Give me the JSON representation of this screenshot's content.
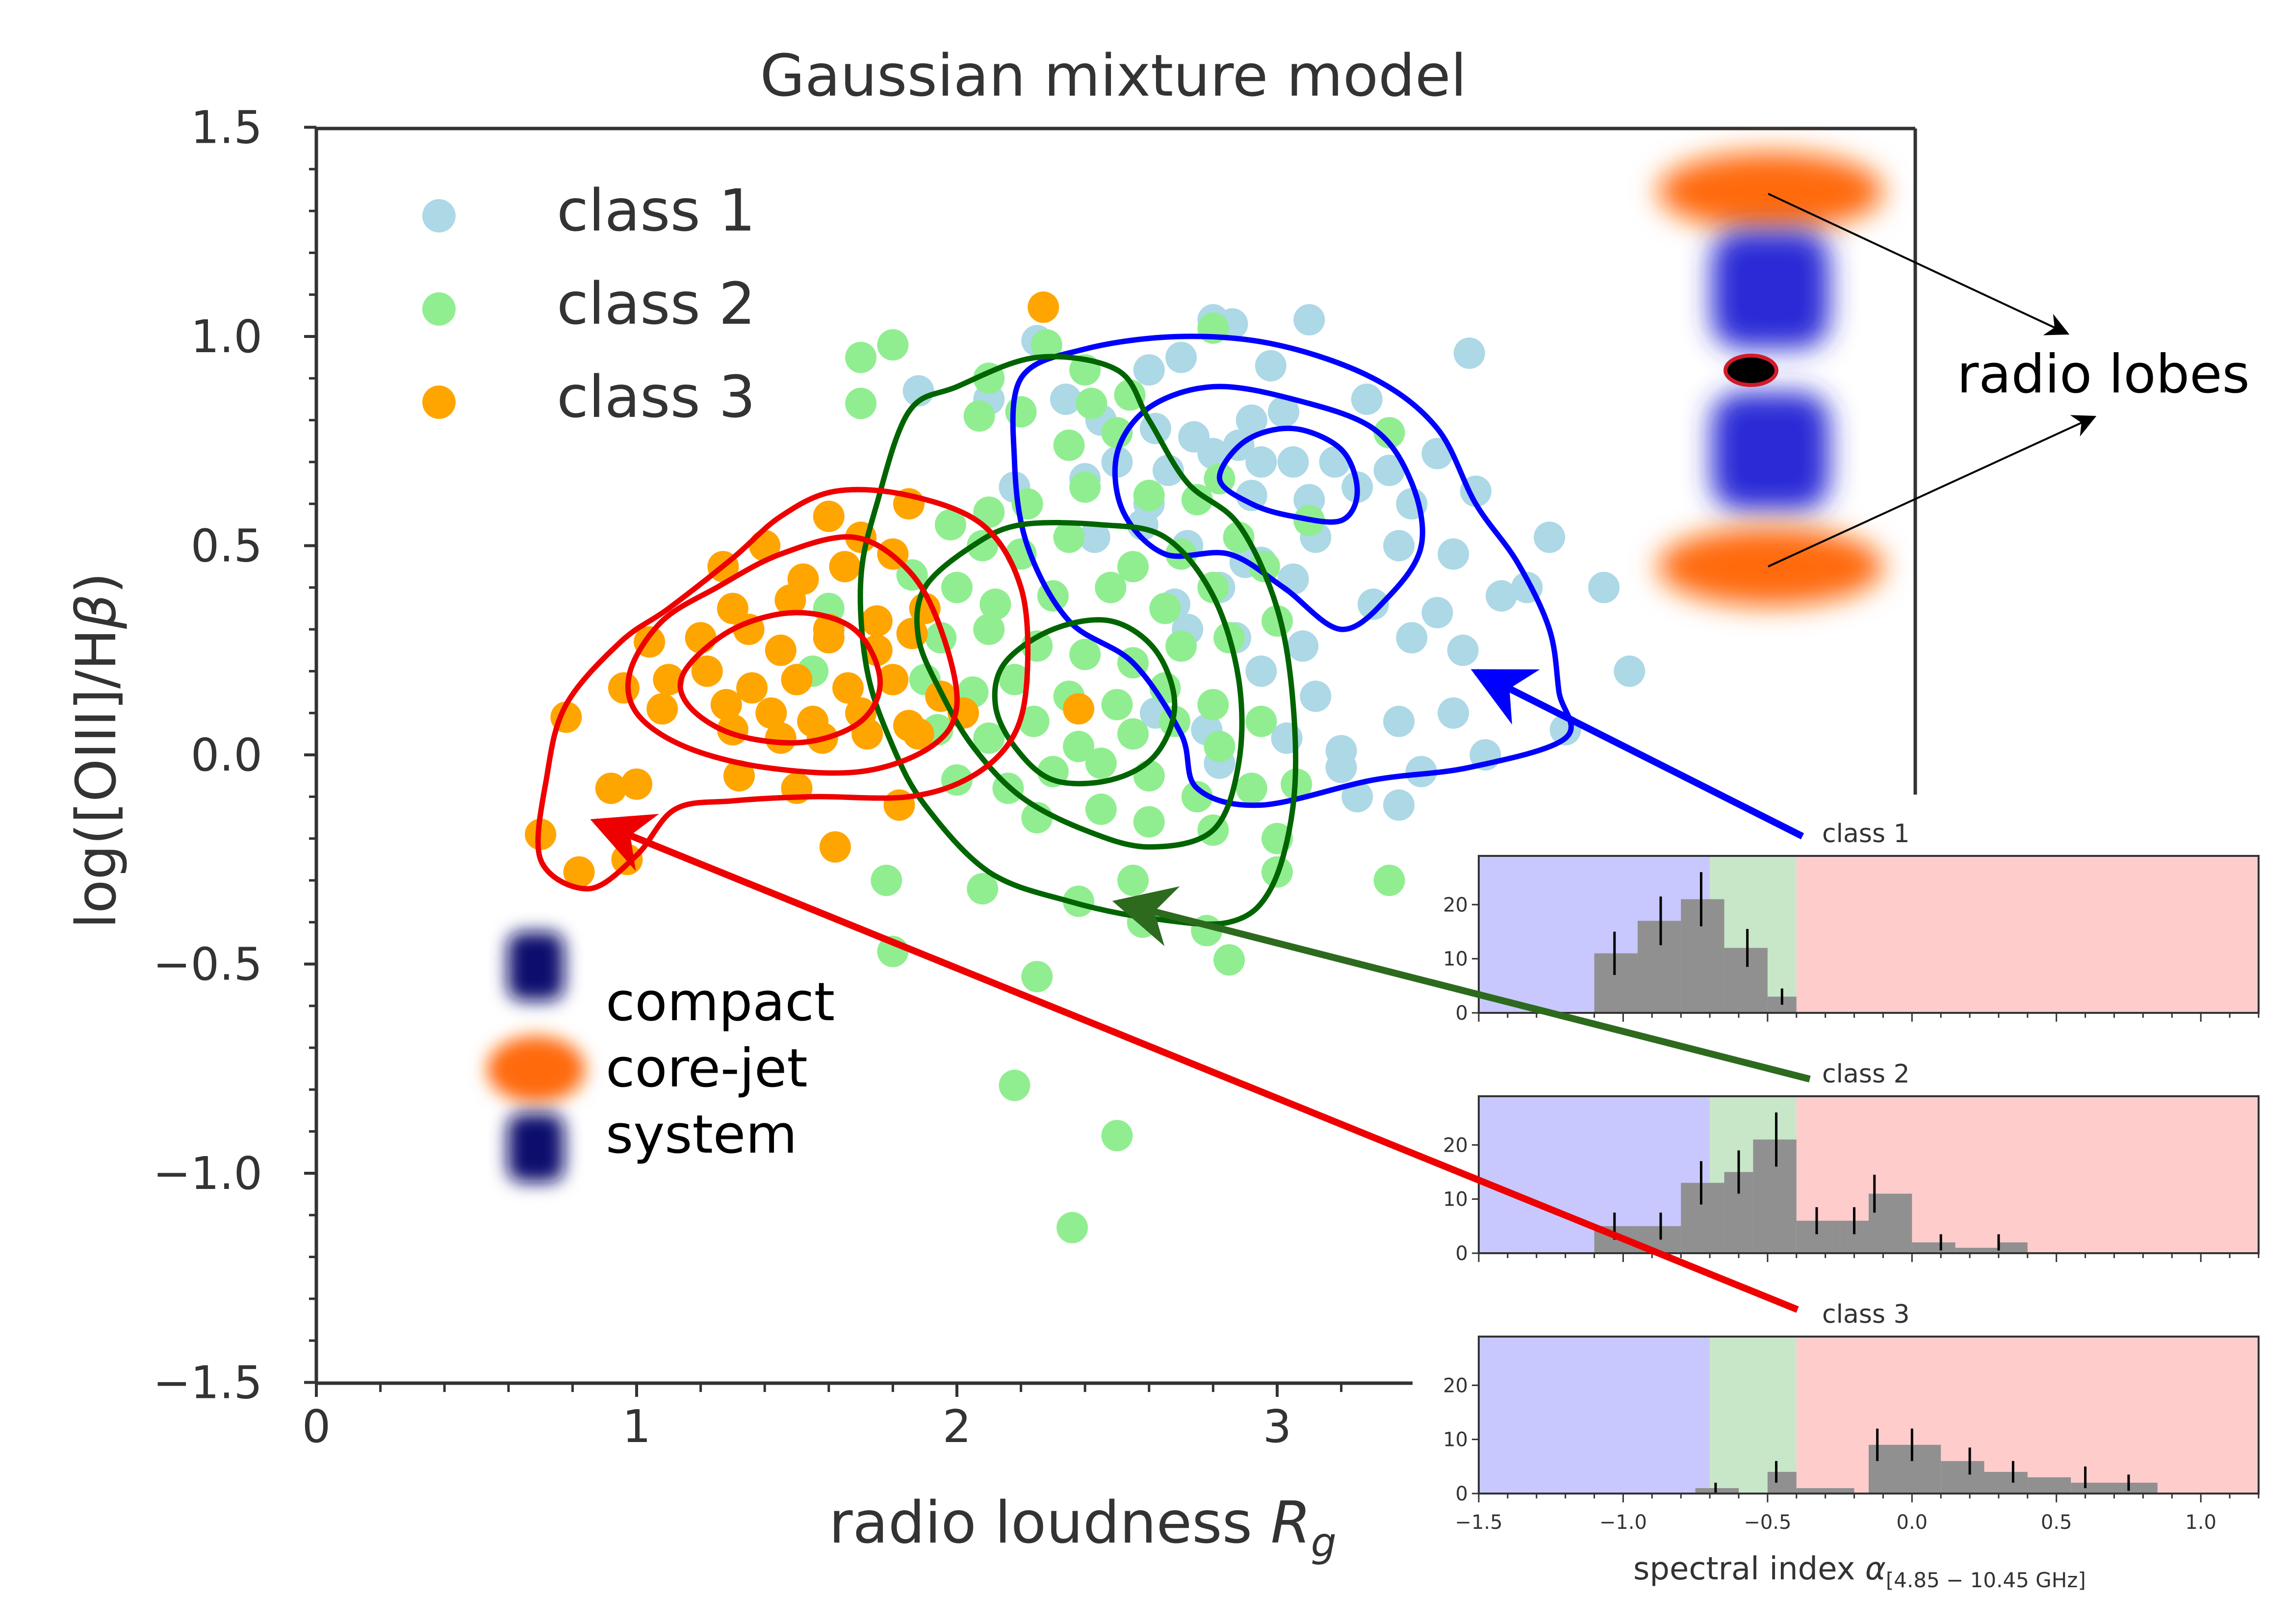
{
  "chart_data": [
    {
      "type": "scatter",
      "title": "Gaussian mixture model",
      "xlabel_text": "radio loudness ",
      "xlabel_sym": "R",
      "xlabel_sub": "g",
      "ylabel_pre": "log([OIII]/H",
      "ylabel_sym": "β",
      "ylabel_post": ")",
      "xlim": [
        0,
        3.4
      ],
      "ylim": [
        -1.5,
        1.5
      ],
      "xticks": [
        0,
        1,
        2,
        3
      ],
      "xtick_labels": [
        "0",
        "1",
        "2",
        "3"
      ],
      "yticks": [
        -1.5,
        -1.0,
        -0.5,
        0.0,
        0.5,
        1.0,
        1.5
      ],
      "ytick_labels": [
        "−1.5",
        "−1.0",
        "−0.5",
        "0.0",
        "0.5",
        "1.0",
        "1.5"
      ],
      "legend_placement": "top-left",
      "series": [
        {
          "name": "class 1",
          "color": "#add8e6",
          "points": [
            [
              2.8,
              1.04
            ],
            [
              2.86,
              1.03
            ],
            [
              3.1,
              1.04
            ],
            [
              2.25,
              0.99
            ],
            [
              2.6,
              0.92
            ],
            [
              2.7,
              0.95
            ],
            [
              2.98,
              0.93
            ],
            [
              3.6,
              0.96
            ],
            [
              2.34,
              0.85
            ],
            [
              2.45,
              0.8
            ],
            [
              2.62,
              0.78
            ],
            [
              2.74,
              0.76
            ],
            [
              2.92,
              0.8
            ],
            [
              3.02,
              0.82
            ],
            [
              3.28,
              0.85
            ],
            [
              2.5,
              0.7
            ],
            [
              2.66,
              0.68
            ],
            [
              2.8,
              0.72
            ],
            [
              2.88,
              0.74
            ],
            [
              2.95,
              0.7
            ],
            [
              3.05,
              0.7
            ],
            [
              3.18,
              0.7
            ],
            [
              3.35,
              0.68
            ],
            [
              3.5,
              0.72
            ],
            [
              2.18,
              0.64
            ],
            [
              2.4,
              0.66
            ],
            [
              2.6,
              0.6
            ],
            [
              2.92,
              0.62
            ],
            [
              3.1,
              0.61
            ],
            [
              3.25,
              0.64
            ],
            [
              3.42,
              0.6
            ],
            [
              3.62,
              0.63
            ],
            [
              2.43,
              0.52
            ],
            [
              2.58,
              0.55
            ],
            [
              2.72,
              0.5
            ],
            [
              2.9,
              0.46
            ],
            [
              3.12,
              0.52
            ],
            [
              3.38,
              0.5
            ],
            [
              3.55,
              0.48
            ],
            [
              3.78,
              0.4
            ],
            [
              2.48,
              0.4
            ],
            [
              2.68,
              0.36
            ],
            [
              2.82,
              0.4
            ],
            [
              2.95,
              0.46
            ],
            [
              3.05,
              0.42
            ],
            [
              3.3,
              0.36
            ],
            [
              3.5,
              0.34
            ],
            [
              3.7,
              0.38
            ],
            [
              4.02,
              0.4
            ],
            [
              2.72,
              0.3
            ],
            [
              2.87,
              0.28
            ],
            [
              3.08,
              0.26
            ],
            [
              3.42,
              0.28
            ],
            [
              3.58,
              0.25
            ],
            [
              2.95,
              0.2
            ],
            [
              3.12,
              0.14
            ],
            [
              4.1,
              0.2
            ],
            [
              2.62,
              0.1
            ],
            [
              2.78,
              0.06
            ],
            [
              3.03,
              0.04
            ],
            [
              3.2,
              0.01
            ],
            [
              3.38,
              0.08
            ],
            [
              3.55,
              0.1
            ],
            [
              2.82,
              -0.02
            ],
            [
              3.2,
              -0.03
            ],
            [
              3.45,
              -0.04
            ],
            [
              3.65,
              0.0
            ],
            [
              3.9,
              0.06
            ],
            [
              3.25,
              -0.1
            ],
            [
              3.38,
              -0.12
            ],
            [
              1.88,
              0.87
            ],
            [
              2.1,
              0.85
            ],
            [
              3.85,
              0.52
            ]
          ]
        },
        {
          "name": "class 2",
          "color": "#90ee90",
          "points": [
            [
              1.8,
              0.98
            ],
            [
              1.7,
              0.95
            ],
            [
              2.28,
              0.98
            ],
            [
              2.4,
              0.92
            ],
            [
              2.8,
              1.02
            ],
            [
              1.7,
              0.84
            ],
            [
              2.1,
              0.9
            ],
            [
              2.2,
              0.82
            ],
            [
              2.42,
              0.84
            ],
            [
              2.54,
              0.86
            ],
            [
              2.35,
              0.74
            ],
            [
              2.5,
              0.77
            ],
            [
              3.35,
              0.77
            ],
            [
              2.07,
              0.81
            ],
            [
              2.1,
              0.58
            ],
            [
              2.22,
              0.6
            ],
            [
              2.4,
              0.64
            ],
            [
              2.6,
              0.62
            ],
            [
              2.75,
              0.61
            ],
            [
              2.82,
              0.66
            ],
            [
              1.98,
              0.55
            ],
            [
              2.08,
              0.5
            ],
            [
              2.2,
              0.48
            ],
            [
              2.35,
              0.52
            ],
            [
              2.55,
              0.45
            ],
            [
              2.7,
              0.48
            ],
            [
              2.88,
              0.52
            ],
            [
              3.1,
              0.56
            ],
            [
              1.86,
              0.43
            ],
            [
              2.0,
              0.4
            ],
            [
              2.12,
              0.36
            ],
            [
              2.3,
              0.38
            ],
            [
              2.48,
              0.4
            ],
            [
              2.65,
              0.35
            ],
            [
              2.8,
              0.4
            ],
            [
              2.96,
              0.45
            ],
            [
              1.95,
              0.28
            ],
            [
              2.1,
              0.3
            ],
            [
              2.25,
              0.26
            ],
            [
              2.4,
              0.24
            ],
            [
              2.55,
              0.22
            ],
            [
              2.7,
              0.26
            ],
            [
              2.85,
              0.28
            ],
            [
              3.0,
              0.32
            ],
            [
              1.9,
              0.18
            ],
            [
              2.05,
              0.15
            ],
            [
              2.18,
              0.18
            ],
            [
              2.35,
              0.14
            ],
            [
              2.5,
              0.12
            ],
            [
              2.65,
              0.16
            ],
            [
              2.8,
              0.12
            ],
            [
              2.95,
              0.08
            ],
            [
              1.94,
              0.06
            ],
            [
              2.1,
              0.04
            ],
            [
              2.24,
              0.08
            ],
            [
              2.38,
              0.02
            ],
            [
              2.55,
              0.05
            ],
            [
              2.68,
              0.08
            ],
            [
              2.82,
              0.02
            ],
            [
              2.0,
              -0.06
            ],
            [
              2.16,
              -0.08
            ],
            [
              2.3,
              -0.04
            ],
            [
              2.45,
              -0.02
            ],
            [
              2.6,
              -0.05
            ],
            [
              2.75,
              -0.1
            ],
            [
              2.92,
              -0.08
            ],
            [
              3.06,
              -0.07
            ],
            [
              2.25,
              -0.15
            ],
            [
              2.45,
              -0.13
            ],
            [
              2.6,
              -0.16
            ],
            [
              2.8,
              -0.18
            ],
            [
              3.0,
              -0.2
            ],
            [
              1.78,
              -0.3
            ],
            [
              2.08,
              -0.32
            ],
            [
              2.38,
              -0.35
            ],
            [
              2.55,
              -0.3
            ],
            [
              2.58,
              -0.4
            ],
            [
              2.78,
              -0.42
            ],
            [
              3.0,
              -0.28
            ],
            [
              3.35,
              -0.3
            ],
            [
              1.8,
              -0.47
            ],
            [
              2.25,
              -0.53
            ],
            [
              2.85,
              -0.49
            ],
            [
              2.18,
              -0.79
            ],
            [
              2.5,
              -0.91
            ],
            [
              2.36,
              -1.13
            ],
            [
              1.6,
              0.35
            ],
            [
              1.55,
              0.2
            ]
          ]
        },
        {
          "name": "class 3",
          "color": "#ffa500",
          "points": [
            [
              2.27,
              1.07
            ],
            [
              1.6,
              0.57
            ],
            [
              1.4,
              0.5
            ],
            [
              1.7,
              0.52
            ],
            [
              1.85,
              0.6
            ],
            [
              1.27,
              0.45
            ],
            [
              1.52,
              0.42
            ],
            [
              1.65,
              0.45
            ],
            [
              1.8,
              0.48
            ],
            [
              1.3,
              0.35
            ],
            [
              1.48,
              0.37
            ],
            [
              1.6,
              0.3
            ],
            [
              1.75,
              0.32
            ],
            [
              1.9,
              0.35
            ],
            [
              1.04,
              0.27
            ],
            [
              1.2,
              0.28
            ],
            [
              1.35,
              0.3
            ],
            [
              1.45,
              0.25
            ],
            [
              1.6,
              0.28
            ],
            [
              1.75,
              0.25
            ],
            [
              1.86,
              0.29
            ],
            [
              0.96,
              0.16
            ],
            [
              1.1,
              0.18
            ],
            [
              1.22,
              0.2
            ],
            [
              1.36,
              0.16
            ],
            [
              1.5,
              0.18
            ],
            [
              1.66,
              0.16
            ],
            [
              1.8,
              0.18
            ],
            [
              1.95,
              0.14
            ],
            [
              1.08,
              0.11
            ],
            [
              1.28,
              0.12
            ],
            [
              1.42,
              0.1
            ],
            [
              1.55,
              0.08
            ],
            [
              1.7,
              0.1
            ],
            [
              1.85,
              0.07
            ],
            [
              2.02,
              0.1
            ],
            [
              0.78,
              0.09
            ],
            [
              1.3,
              0.06
            ],
            [
              1.45,
              0.04
            ],
            [
              1.58,
              0.04
            ],
            [
              1.72,
              0.05
            ],
            [
              1.88,
              0.05
            ],
            [
              2.38,
              0.11
            ],
            [
              0.92,
              -0.08
            ],
            [
              1.0,
              -0.07
            ],
            [
              1.32,
              -0.05
            ],
            [
              1.5,
              -0.08
            ],
            [
              1.82,
              -0.12
            ],
            [
              0.7,
              -0.19
            ],
            [
              0.82,
              -0.28
            ],
            [
              0.97,
              -0.25
            ],
            [
              1.62,
              -0.22
            ]
          ]
        }
      ]
    },
    {
      "type": "bar",
      "panel_label": "class 1",
      "xlim": [
        -1.5,
        1.2
      ],
      "ylim": [
        0,
        29
      ],
      "yticks": [
        0,
        10,
        20
      ],
      "bin_edges": [
        -1.5,
        -1.35,
        -1.2,
        -1.1,
        -0.95,
        -0.8,
        -0.65,
        -0.5,
        -0.4,
        -0.35
      ],
      "values": [
        0,
        0,
        0,
        11,
        17,
        21,
        12,
        3,
        0
      ],
      "errorbars": [
        [
          -1.03,
          11,
          4
        ],
        [
          -0.87,
          17,
          4.5
        ],
        [
          -0.73,
          21,
          5
        ],
        [
          -0.57,
          12,
          3.5
        ],
        [
          -0.45,
          3,
          1.5
        ]
      ]
    },
    {
      "type": "bar",
      "panel_label": "class 2",
      "xlim": [
        -1.5,
        1.2
      ],
      "ylim": [
        0,
        29
      ],
      "yticks": [
        0,
        10,
        20
      ],
      "bin_edges": [
        -1.1,
        -0.95,
        -0.8,
        -0.65,
        -0.55,
        -0.4,
        -0.25,
        -0.15,
        0.0,
        0.15,
        0.3,
        0.4
      ],
      "values": [
        5,
        5,
        13,
        15,
        21,
        6,
        6,
        11,
        2,
        1,
        2
      ],
      "errorbars": [
        [
          -1.03,
          5,
          2.5
        ],
        [
          -0.87,
          5,
          2.5
        ],
        [
          -0.73,
          13,
          4
        ],
        [
          -0.6,
          15,
          4
        ],
        [
          -0.47,
          21,
          5
        ],
        [
          -0.33,
          6,
          2.5
        ],
        [
          -0.2,
          6,
          2.5
        ],
        [
          -0.13,
          11,
          3.5
        ],
        [
          0.1,
          2,
          1.5
        ],
        [
          0.3,
          2,
          1.5
        ]
      ]
    },
    {
      "type": "bar",
      "panel_label": "class 3",
      "xlim": [
        -1.5,
        1.2
      ],
      "ylim": [
        0,
        29
      ],
      "yticks": [
        0,
        10,
        20
      ],
      "xticks": [
        -1.5,
        -1.0,
        -0.5,
        0.0,
        0.5,
        1.0
      ],
      "xtick_labels": [
        "−1.5",
        "−1.0",
        "−0.5",
        "0.0",
        "0.5",
        "1.0"
      ],
      "xlabel_pre": "spectral index ",
      "xlabel_sym": "α",
      "xlabel_sub": "[4.85 − 10.45 GHz]",
      "bin_edges": [
        -0.75,
        -0.6,
        -0.5,
        -0.4,
        -0.2,
        -0.15,
        0.1,
        0.25,
        0.4,
        0.55,
        0.85
      ],
      "values": [
        1,
        0,
        4,
        1,
        0,
        9,
        6,
        4,
        3,
        2
      ],
      "errorbars": [
        [
          -0.68,
          1,
          1
        ],
        [
          -0.47,
          4,
          2
        ],
        [
          -0.12,
          9,
          3
        ],
        [
          0.0,
          9,
          3
        ],
        [
          0.2,
          6,
          2.5
        ],
        [
          0.35,
          4,
          2
        ],
        [
          0.6,
          3,
          2
        ],
        [
          0.75,
          2,
          1.5
        ]
      ]
    }
  ],
  "shading": [
    {
      "from": -1.5,
      "to": -0.7,
      "color": "#c8c8ff"
    },
    {
      "from": -0.7,
      "to": -0.4,
      "color": "#c8e6c8"
    },
    {
      "from": -0.4,
      "to": 1.2,
      "color": "#ffcccc"
    }
  ],
  "annotations": {
    "radio_lobes": "radio lobes",
    "legend2_lines": [
      "compact",
      "core-jet",
      "system"
    ]
  },
  "colors": {
    "class1_contour": "#0000ff",
    "class2_contour": "#006400",
    "class3_contour": "#ee0000",
    "bar": "#909090",
    "lobe_orange": "#ff6a10",
    "jet_blue": "#2a2ad6"
  }
}
